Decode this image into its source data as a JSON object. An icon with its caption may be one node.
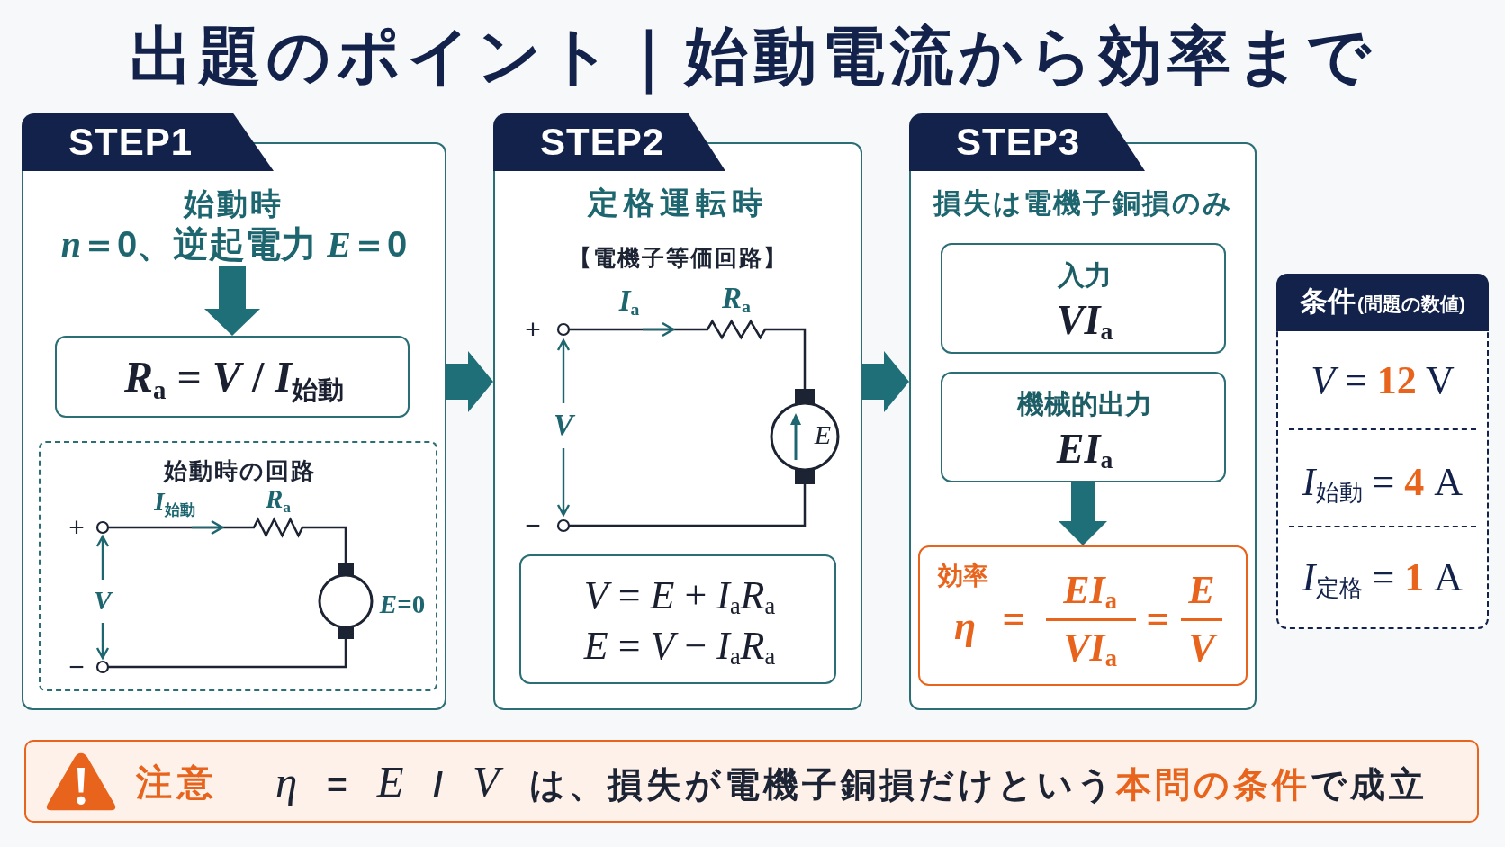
{
  "diagram": {
    "title": "出題のポイント｜始動電流から効率まで",
    "nodes": [
      {
        "text": [
          "STEP1"
        ]
      },
      {
        "text": [
          "始動時",
          "*n*＝0、逆起電力 *E*＝0"
        ],
        "in": 0
      },
      {
        "text": [
          "*R*$_{a}$ = *V* / *I*$_{始動}$"
        ],
        "in": 0
      },
      {
        "text": [
          "始動時の回路",
          "*I*$_{始動}$",
          "*R*$_{a}$",
          "+",
          "*V*",
          "*E*=0",
          "−"
        ],
        "in": 0
      },
      {
        "text": [
          "STEP2",
          "定格運転時",
          "【電機子等価回路】",
          "*I*$_{a}$",
          "*R*$_{a}$",
          "+",
          "*V*",
          "*E*",
          "−"
        ]
      },
      {
        "text": [
          "*V* = *E* + *I*$_{a}$*R*$_{a}$",
          "*E* = *V* − *I*$_{a}$*R*$_{a}$"
        ],
        "in": 4
      },
      {
        "text": [
          "STEP3",
          "損失は電機子銅損のみ"
        ]
      },
      {
        "text": [
          "入力",
          "*VI*$_{a}$"
        ],
        "in": 6
      },
      {
        "text": [
          "機械的出力",
          "*EI*$_{a}$"
        ],
        "in": 6
      },
      {
        "text": [
          "効率",
          "*η*",
          "=",
          "*EI*$_{a}$",
          "*VI*$_{a}$",
          "=",
          "*E*",
          "*V*"
        ],
        "in": 6
      },
      {
        "text": [
          "条件",
          "(問題の数値)",
          "*V* = **12** V",
          "*I*$_{始動}$ = **4** A",
          "*I*$_{定格}$ = **1** A"
        ]
      },
      {
        "text": [
          "注意",
          "*η* = *E* / *V* は、損失が電機子銅損だけという**本問の条件**で成立"
        ]
      }
    ],
    "edges": [
      {
        "from": 1,
        "to": 2,
        "arrow": "to"
      },
      {
        "from": 0,
        "to": 4,
        "arrow": "to"
      },
      {
        "from": 4,
        "to": 6,
        "arrow": "to"
      },
      {
        "from": 8,
        "to": 9,
        "arrow": "to"
      }
    ]
  }
}
